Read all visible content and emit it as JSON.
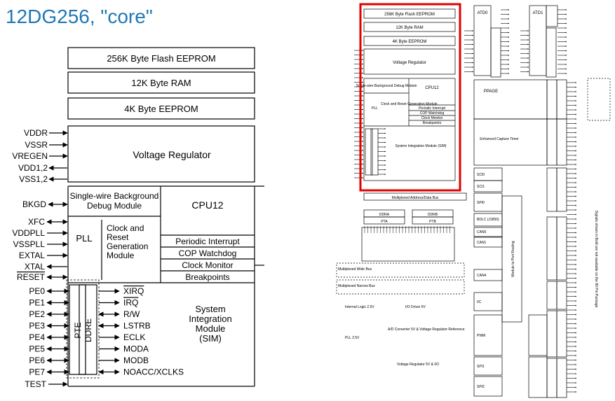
{
  "title": "12DG256, \"core\"",
  "left": {
    "flash": "256K Byte Flash EEPROM",
    "ram": "12K Byte RAM",
    "eeprom": "4K Byte EEPROM",
    "vreg": "Voltage Regulator",
    "vreg_pins": [
      "VDDR",
      "VSSR",
      "VREGEN",
      "VDD1,2",
      "VSS1,2"
    ],
    "bdm": "Single-wire Background Debug Module",
    "bdm_lines": [
      "Single-wire Background",
      "Debug Module"
    ],
    "bkgd": "BKGD",
    "cpu": "CPU12",
    "pll": "PLL",
    "cgm_lines": [
      "Clock and",
      "Reset",
      "Generation",
      "Module"
    ],
    "clock_pins": [
      "XFC",
      "VDDPLL",
      "VSSPLL",
      "EXTAL",
      "XTAL",
      "RESET"
    ],
    "cpu_sub": [
      "Periodic Interrupt",
      "COP Watchdog",
      "Clock Monitor",
      "Breakpoints"
    ],
    "pte": "PTE",
    "ddre": "DDRE",
    "pe_pins": [
      "PE0",
      "PE1",
      "PE2",
      "PE3",
      "PE4",
      "PE5",
      "PE6",
      "PE7"
    ],
    "pe_funcs": [
      "XIRQ",
      "IRQ",
      "R/W",
      "LSTRB",
      "ECLK",
      "MODA",
      "MODB",
      "NOACC/XCLKS"
    ],
    "sim_lines": [
      "System",
      "Integration",
      "Module",
      "(SIM)"
    ],
    "test": "TEST"
  },
  "right": {
    "flash": "256K Byte Flash EEPROM",
    "ram": "12K Byte RAM",
    "eeprom": "4K Byte EEPROM",
    "vreg": "Voltage Regulator",
    "bdm": "Single-wire Background Debug Module",
    "cpu": "CPU12",
    "pll": "PLL",
    "cgm": "Clock and Reset Generation Module",
    "cpu_sub": [
      "Periodic Interrupt",
      "COP Watchdog",
      "Clock Monitor",
      "Breakpoints"
    ],
    "sim": "System Integration Module (SIM)",
    "atd0": "ATD0",
    "atd1": "ATD1",
    "ppage": "PPAGE",
    "ect": "Enhanced Capture Timer",
    "sci0": "SCI0",
    "sci1": "SCI1",
    "spi0": "SPI0",
    "bdlc": "BDLC (J1850)",
    "can0": "CAN0",
    "can1": "CAN1",
    "can4": "CAN4",
    "iic": "IIC",
    "pwm": "PWM",
    "spi1": "SPI1",
    "spi2": "SPI2",
    "mabus": "Multiplexed Address/Data Bus",
    "ddra": "DDRA",
    "ddrb": "DDRB",
    "pta": "PTA",
    "ptb": "PTB",
    "mux_wide": "Multiplexed Wide Bus",
    "mux_narrow": "Multiplexed Narrow Bus",
    "routing": "Module to Port Routing",
    "internal_logic": "Internal Logic 2.5V",
    "io_driver": "I/O Driver 5V",
    "pll_25": "PLL 2.5V",
    "adc_ref": "A/D Converter 5V & Voltage Regulator Reference",
    "vreg_io": "Voltage Regulator 5V & I/O",
    "side_note": "Signals shown in Bold are not available on the 80 Pin Package"
  }
}
